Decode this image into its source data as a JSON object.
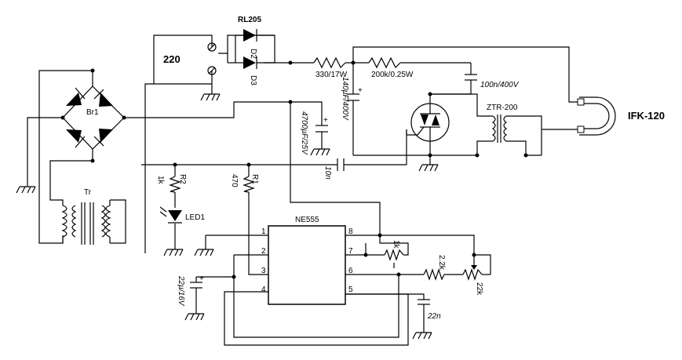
{
  "schematic": {
    "mains_label": "220",
    "diode_type": "RL205",
    "d2": "D2",
    "d3": "D3",
    "r_series": "330/17W",
    "r_200k": "200k/0.25W",
    "c_100n": "100n/400V",
    "c_140u": "140µF/400V",
    "c_4700u": "4700µF/25V",
    "c_10n": "10n",
    "igniter": "ZTR-200",
    "lamp": "IFK-120",
    "bridge": "Br1",
    "transformer": "Tr",
    "r2_name": "R2",
    "r2_value": "1k",
    "r1_name": "R1",
    "r1_value": "470",
    "led": "LED1",
    "ic": "NE555",
    "pins": [
      "1",
      "2",
      "3",
      "4",
      "5",
      "6",
      "7",
      "8"
    ],
    "c_22u": "22µ/16V",
    "r_1k": "1k",
    "r_2k2": "2.2k",
    "pot_22k": "22k",
    "c_22n": "22n"
  }
}
